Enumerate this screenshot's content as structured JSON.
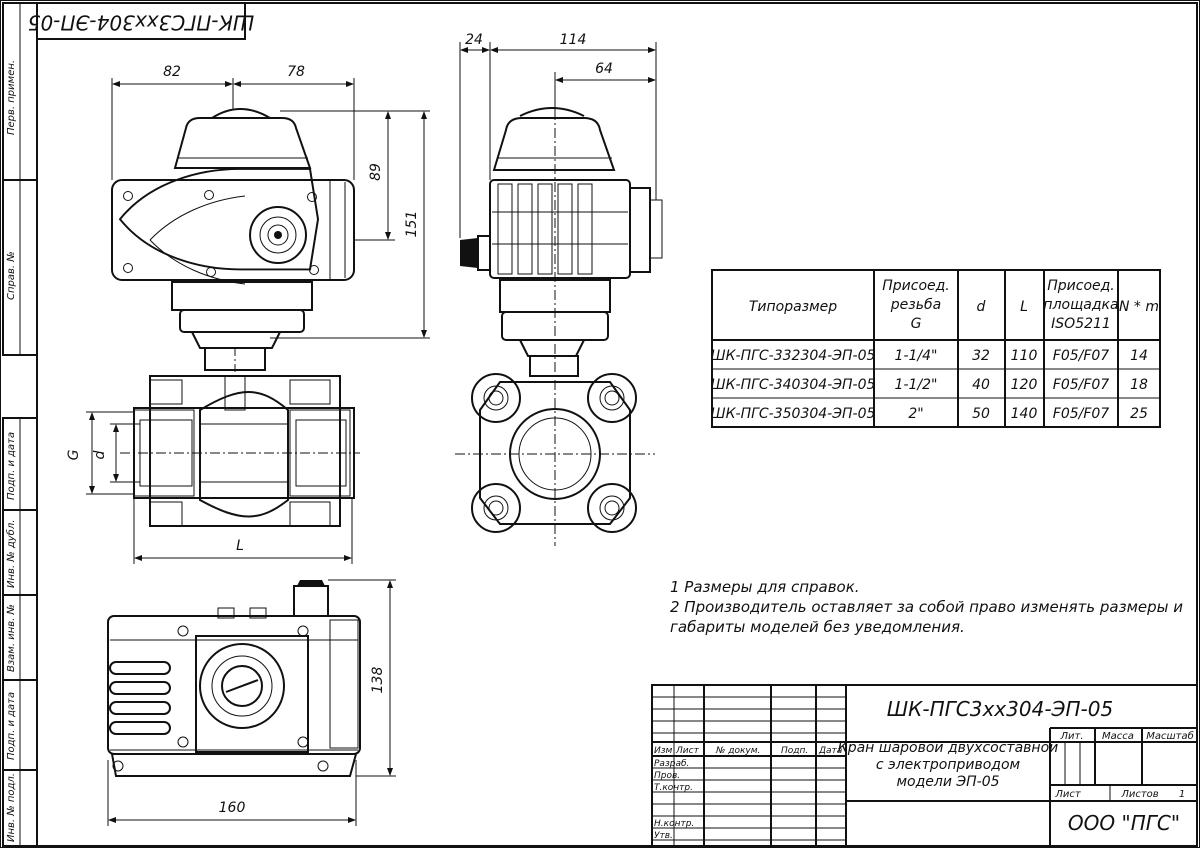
{
  "stamp_code_rotated": "ШК-ПГС3хх304-ЭП-05",
  "side_labels": [
    "Перв. примен.",
    "Справ. №",
    "Подп. и дата",
    "Инв. № дубл.",
    "Взам. инв. №",
    "Подп. и дата",
    "Инв. № подл."
  ],
  "dimensions": {
    "d82": "82",
    "d78": "78",
    "d89": "89",
    "d151": "151",
    "d24": "24",
    "d114": "114",
    "d64": "64",
    "d138": "138",
    "d160": "160",
    "G": "G",
    "d": "d",
    "L": "L"
  },
  "table": {
    "headers": [
      [
        "Типоразмер"
      ],
      [
        "Присоед.",
        "резьба",
        "G"
      ],
      [
        "d"
      ],
      [
        "L"
      ],
      [
        "Присоед.",
        "площадка",
        "ISO5211"
      ],
      [
        "N * m"
      ]
    ],
    "rows": [
      [
        "ШК-ПГС-332304-ЭП-05",
        "1-1/4\"",
        "32",
        "110",
        "F05/F07",
        "14"
      ],
      [
        "ШК-ПГС-340304-ЭП-05",
        "1-1/2\"",
        "40",
        "120",
        "F05/F07",
        "18"
      ],
      [
        "ШК-ПГС-350304-ЭП-05",
        "2\"",
        "50",
        "140",
        "F05/F07",
        "25"
      ]
    ]
  },
  "notes": [
    "1 Размеры для справок.",
    "2 Производитель оставляет за собой право изменять размеры и",
    "габариты моделей без уведомления."
  ],
  "title_block": {
    "code": "ШК-ПГС3хх304-ЭП-05",
    "name_lines": [
      "Кран шаровой двухсоставной",
      "с электроприводом",
      "модели ЭП-05"
    ],
    "col_headers": [
      "Изм",
      "Лист",
      "№ докум.",
      "Подп.",
      "Дата"
    ],
    "row_labels": [
      "Разраб.",
      "Пров.",
      "Т.контр.",
      "Н.контр.",
      "Утв."
    ],
    "lit": "Лит.",
    "massa": "Масса",
    "masshtab": "Масштаб",
    "list": "Лист",
    "listov": "Листов",
    "listov_value": "1",
    "company": "ООО \"ПГС\""
  }
}
